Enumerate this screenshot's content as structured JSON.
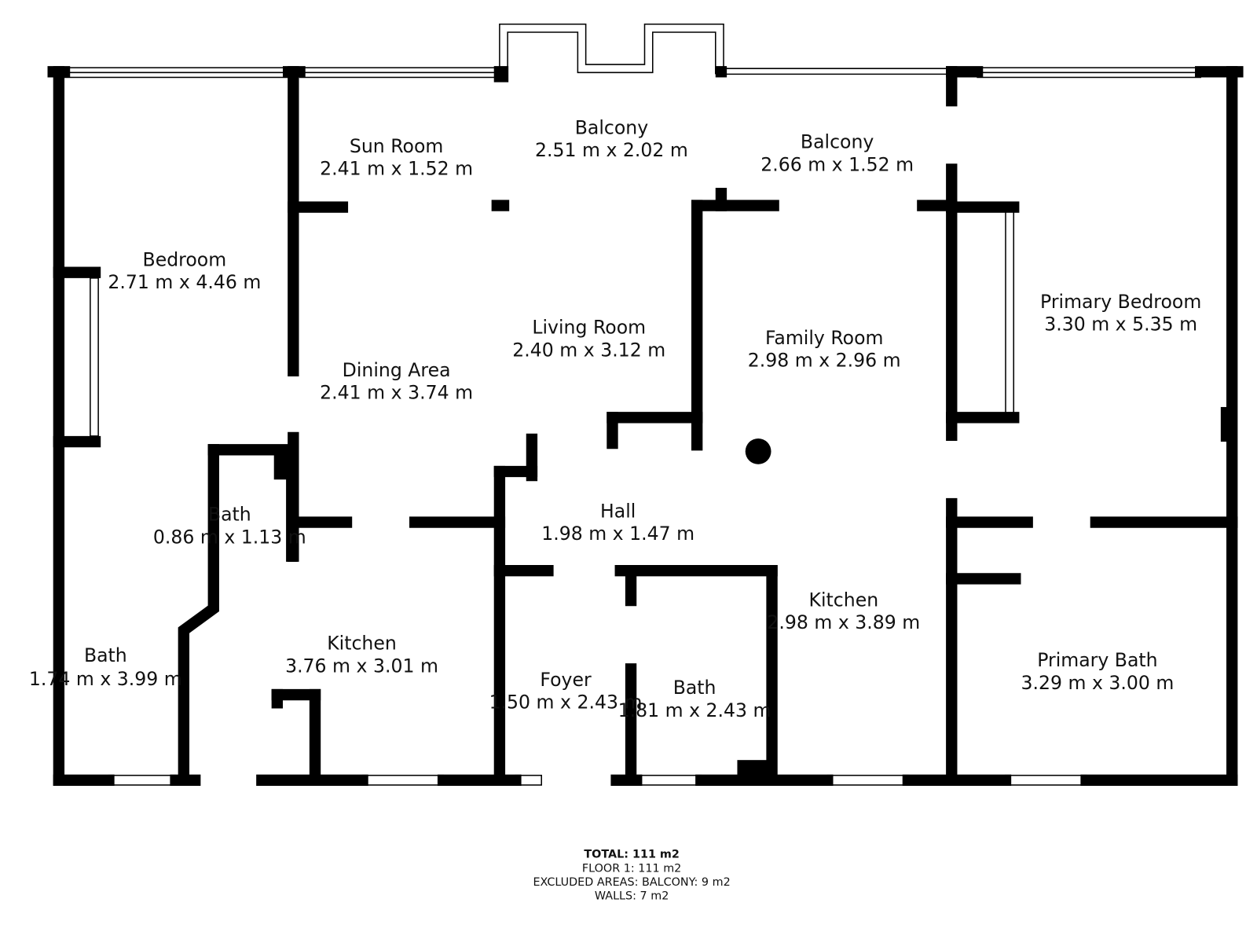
{
  "rooms": [
    {
      "name": "Bedroom",
      "size": "2.71 m x 4.46 m"
    },
    {
      "name": "Sun Room",
      "size": "2.41 m x 1.52 m"
    },
    {
      "name": "Balcony",
      "size": "2.51 m x 2.02 m"
    },
    {
      "name": "Balcony",
      "size": "2.66 m x 1.52 m"
    },
    {
      "name": "Primary Bedroom",
      "size": "3.30 m x 5.35 m"
    },
    {
      "name": "Living Room",
      "size": "2.40 m x 3.12 m"
    },
    {
      "name": "Family Room",
      "size": "2.98 m x 2.96 m"
    },
    {
      "name": "Dining Area",
      "size": "2.41 m x 3.74 m"
    },
    {
      "name": "Bath",
      "size": "0.86 m x 1.13 m"
    },
    {
      "name": "Hall",
      "size": "1.98 m x 1.47 m"
    },
    {
      "name": "Kitchen",
      "size": "2.98 m x 3.89 m"
    },
    {
      "name": "Bath",
      "size": "1.74 m x 3.99 m"
    },
    {
      "name": "Kitchen",
      "size": "3.76 m x 3.01 m"
    },
    {
      "name": "Foyer",
      "size": "1.50 m x 2.43 m"
    },
    {
      "name": "Bath",
      "size": "1.81 m x 2.43 m"
    },
    {
      "name": "Primary Bath",
      "size": "3.29 m x 3.00 m"
    }
  ],
  "totals": {
    "total": "TOTAL: 111 m2",
    "floor": "FLOOR 1: 111 m2",
    "excluded": "EXCLUDED AREAS: BALCONY: 9 m2",
    "walls": "WALLS: 7 m2"
  }
}
